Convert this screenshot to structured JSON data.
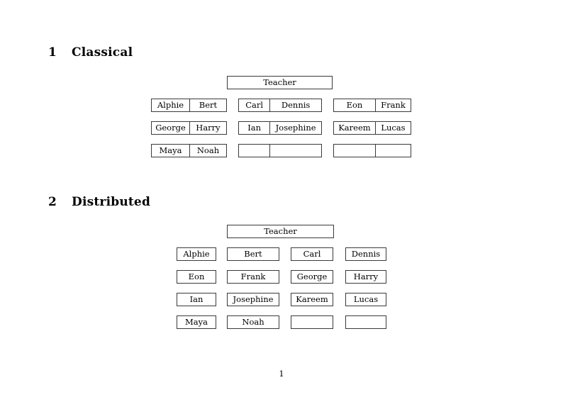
{
  "document": {
    "page_number": "1",
    "sections": [
      {
        "number": "1",
        "title": "Classical",
        "root": {
          "label": "Teacher"
        },
        "layout": "paired-groups",
        "groups": [
          {
            "cells": [
              {
                "label": "Alphie"
              },
              {
                "label": "Bert"
              }
            ]
          },
          {
            "cells": [
              {
                "label": "Carl"
              },
              {
                "label": "Dennis"
              }
            ]
          },
          {
            "cells": [
              {
                "label": "Eon"
              },
              {
                "label": "Frank"
              }
            ]
          },
          {
            "cells": [
              {
                "label": "George"
              },
              {
                "label": "Harry"
              }
            ]
          },
          {
            "cells": [
              {
                "label": "Ian"
              },
              {
                "label": "Josephine"
              }
            ]
          },
          {
            "cells": [
              {
                "label": "Kareem"
              },
              {
                "label": "Lucas"
              }
            ]
          },
          {
            "cells": [
              {
                "label": "Maya"
              },
              {
                "label": "Noah"
              }
            ]
          },
          {
            "cells": [
              {
                "label": ""
              },
              {
                "label": ""
              }
            ]
          },
          {
            "cells": [
              {
                "label": ""
              },
              {
                "label": ""
              }
            ]
          }
        ]
      },
      {
        "number": "2",
        "title": "Distributed",
        "root": {
          "label": "Teacher"
        },
        "layout": "single-nodes",
        "nodes": [
          {
            "label": "Alphie"
          },
          {
            "label": "Bert"
          },
          {
            "label": "Carl"
          },
          {
            "label": "Dennis"
          },
          {
            "label": "Eon"
          },
          {
            "label": "Frank"
          },
          {
            "label": "George"
          },
          {
            "label": "Harry"
          },
          {
            "label": "Ian"
          },
          {
            "label": "Josephine"
          },
          {
            "label": "Kareem"
          },
          {
            "label": "Lucas"
          },
          {
            "label": "Maya"
          },
          {
            "label": "Noah"
          },
          {
            "label": ""
          },
          {
            "label": ""
          }
        ]
      }
    ]
  }
}
